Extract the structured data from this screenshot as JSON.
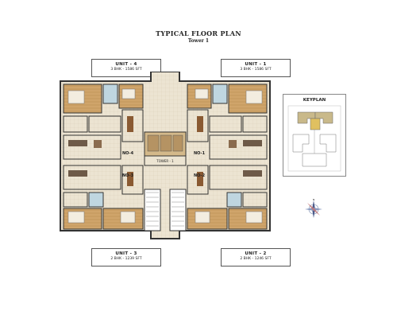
{
  "title": "TYPICAL FLOOR PLAN",
  "subtitle": "Tower 1",
  "units": [
    {
      "id": "unit-4",
      "name": "UNIT - 4",
      "spec": "3 BHK - 1586 SFT"
    },
    {
      "id": "unit-1",
      "name": "UNIT - 1",
      "spec": "3 BHK - 1586 SFT"
    },
    {
      "id": "unit-3",
      "name": "UNIT - 3",
      "spec": "2 BHK - 1239 SFT"
    },
    {
      "id": "unit-2",
      "name": "UNIT - 2",
      "spec": "2 BHK - 1246 SFT"
    }
  ],
  "plan_labels": {
    "no4": "NO-4",
    "no1": "NO-1",
    "no3": "NO-3",
    "no2": "NO-2",
    "tower": "TOWER - 1"
  },
  "keyplan": {
    "title": "KEYPLAN"
  },
  "colors": {
    "wall": "#3a3a3a",
    "floor_wood": "#c9a066",
    "floor_tile": "#e9e1cf",
    "lobby": "#d4b98a",
    "water": "#7fb0c8"
  }
}
